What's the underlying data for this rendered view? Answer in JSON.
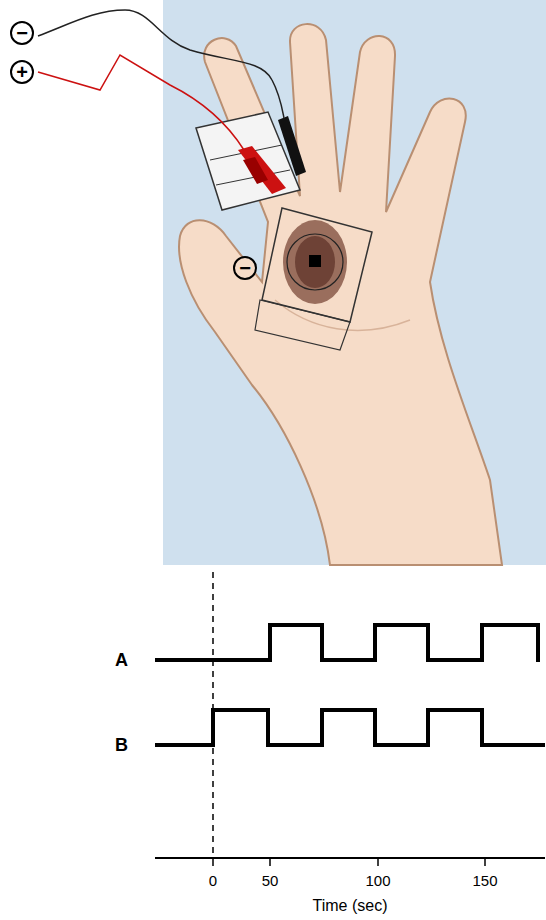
{
  "diagram": {
    "labels": [
      "−",
      "+",
      "−",
      "A",
      "B",
      "0",
      "50",
      "100",
      "150",
      "Time (sec)"
    ]
  }
}
